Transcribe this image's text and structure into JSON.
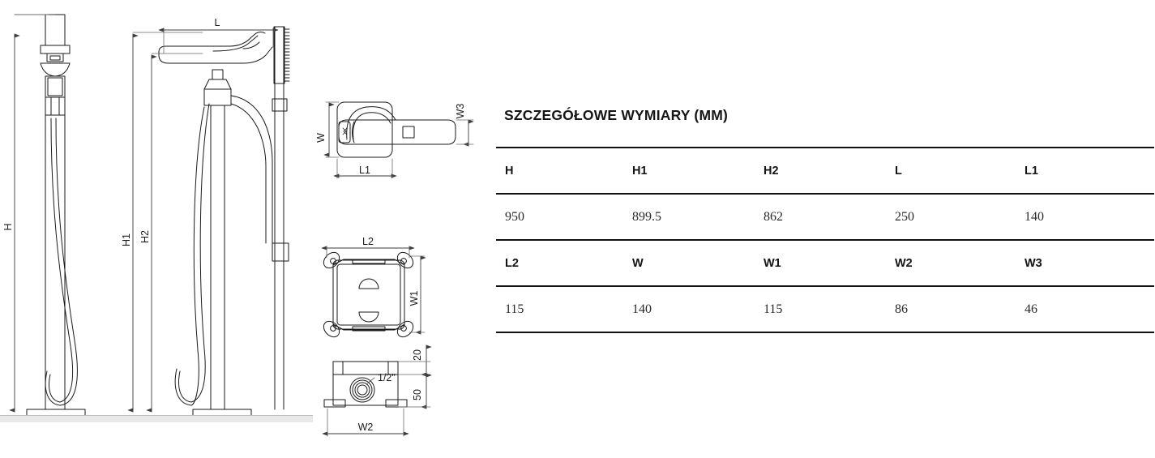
{
  "spec": {
    "title": "SZCZEGÓŁOWE WYMIARY (MM)",
    "rows": [
      {
        "headers": [
          "H",
          "H1",
          "H2",
          "L",
          "L1"
        ],
        "values": [
          "950",
          "899.5",
          "862",
          "250",
          "140"
        ]
      },
      {
        "headers": [
          "L2",
          "W",
          "W1",
          "W2",
          "W3"
        ],
        "values": [
          "115",
          "140",
          "115",
          "86",
          "46"
        ]
      }
    ]
  },
  "drawings": {
    "labels": {
      "h": "H",
      "h1": "H1",
      "h2": "H2",
      "l": "L",
      "l1": "L1",
      "l2": "L2",
      "w": "W",
      "w1": "W1",
      "w2": "W2",
      "w3": "W3",
      "height_20": "20",
      "height_50": "50",
      "thread": "1/2\""
    },
    "colors": {
      "line": "#1a1a1a",
      "dimension": "#3c3c3c",
      "floor": "#e8e8e8"
    }
  }
}
